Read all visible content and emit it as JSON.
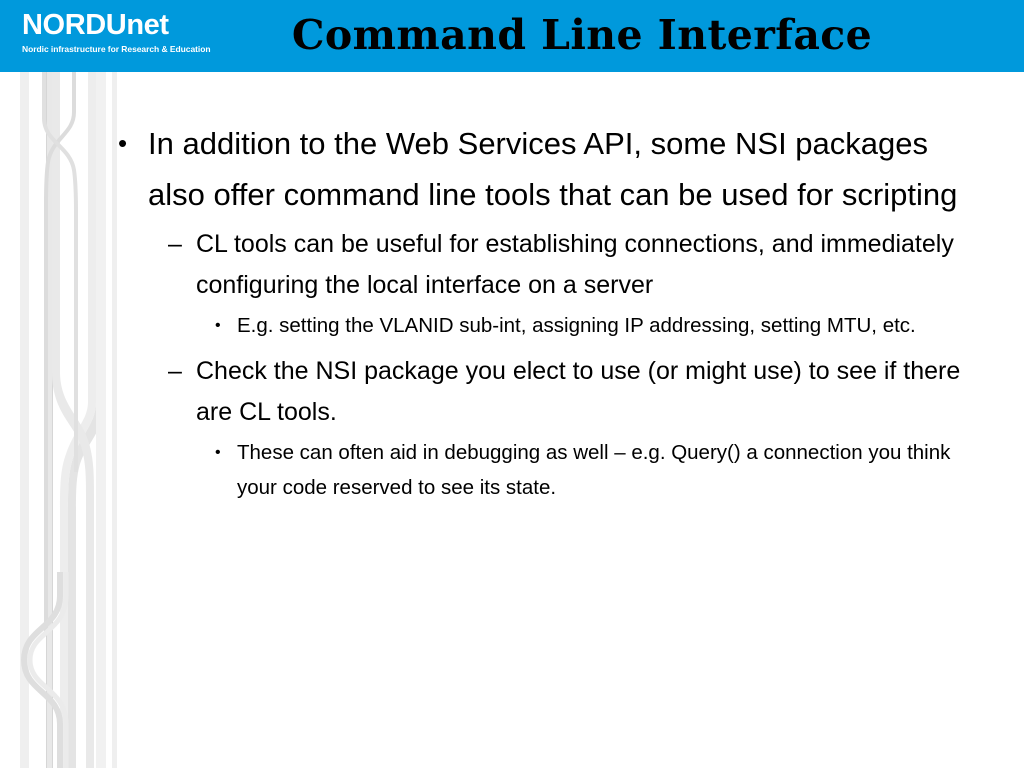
{
  "header": {
    "background_color": "#0099DC",
    "title": "Command Line Interface",
    "logo": {
      "wordmark_bold": "NORDU",
      "wordmark_light": "net",
      "tagline": "Nordic infrastructure for Research & Education"
    }
  },
  "content": {
    "bullets": [
      {
        "level": 1,
        "marker": "•",
        "text": "In addition to the Web Services API, some NSI packages also offer command line tools that can be used for scripting"
      },
      {
        "level": 2,
        "marker": "–",
        "text": "CL tools can be useful for establishing connections, and immediately configuring the local interface on a server"
      },
      {
        "level": 3,
        "marker": "•",
        "text": "E.g. setting the VLANID sub-int, assigning IP addressing, setting MTU, etc."
      },
      {
        "level": 2,
        "marker": "–",
        "text": "Check the NSI package you elect to use (or might use) to see if there are CL tools."
      },
      {
        "level": 3,
        "marker": "•",
        "text": "These can often aid in debugging as well – e.g. Query() a connection you think your code reserved to see its state."
      }
    ]
  },
  "decor": {
    "ribbon_color": "#e6e6e6",
    "ribbon_edge_color": "#d2d2d2"
  }
}
